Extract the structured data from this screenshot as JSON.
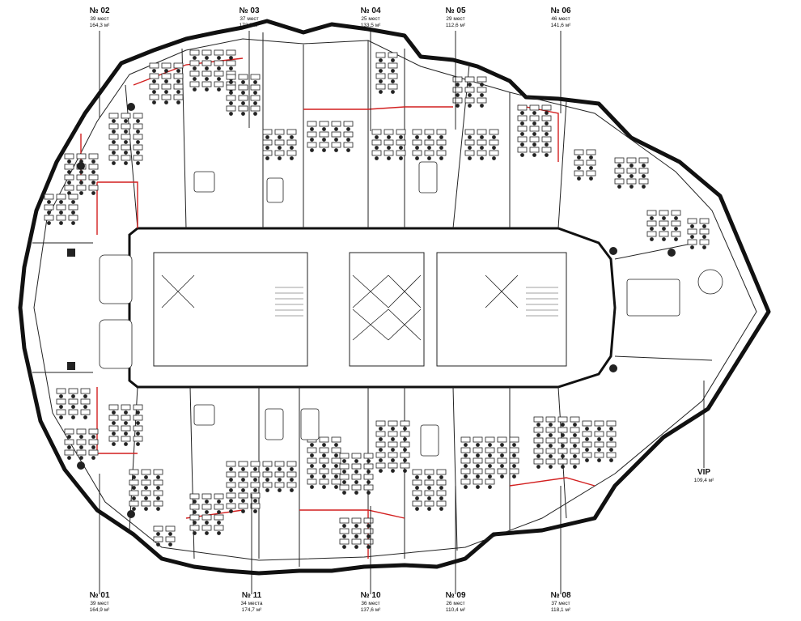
{
  "units": [
    {
      "id": "№ 02",
      "seats": "39 мест",
      "area": "164,3 м²",
      "pos": "top"
    },
    {
      "id": "№ 03",
      "seats": "37 мест",
      "area": "172,0 м²",
      "pos": "top"
    },
    {
      "id": "№ 04",
      "seats": "25 мест",
      "area": "133,5 м²",
      "pos": "top"
    },
    {
      "id": "№ 05",
      "seats": "29 мест",
      "area": "112,6 м²",
      "pos": "top"
    },
    {
      "id": "№ 06",
      "seats": "46 мест",
      "area": "141,6 м²",
      "pos": "top"
    },
    {
      "id": "VIP",
      "seats": "",
      "area": "109,4 м²",
      "pos": "right"
    },
    {
      "id": "№ 01",
      "seats": "39 мест",
      "area": "164,9 м²",
      "pos": "bottom"
    },
    {
      "id": "№ 11",
      "seats": "34 места",
      "area": "174,7 м²",
      "pos": "bottom"
    },
    {
      "id": "№ 10",
      "seats": "36 мест",
      "area": "137,6 м²",
      "pos": "bottom"
    },
    {
      "id": "№ 09",
      "seats": "26 мест",
      "area": "110,4 м²",
      "pos": "bottom"
    },
    {
      "id": "№ 08",
      "seats": "37 мест",
      "area": "118,1 м²",
      "pos": "bottom"
    }
  ]
}
